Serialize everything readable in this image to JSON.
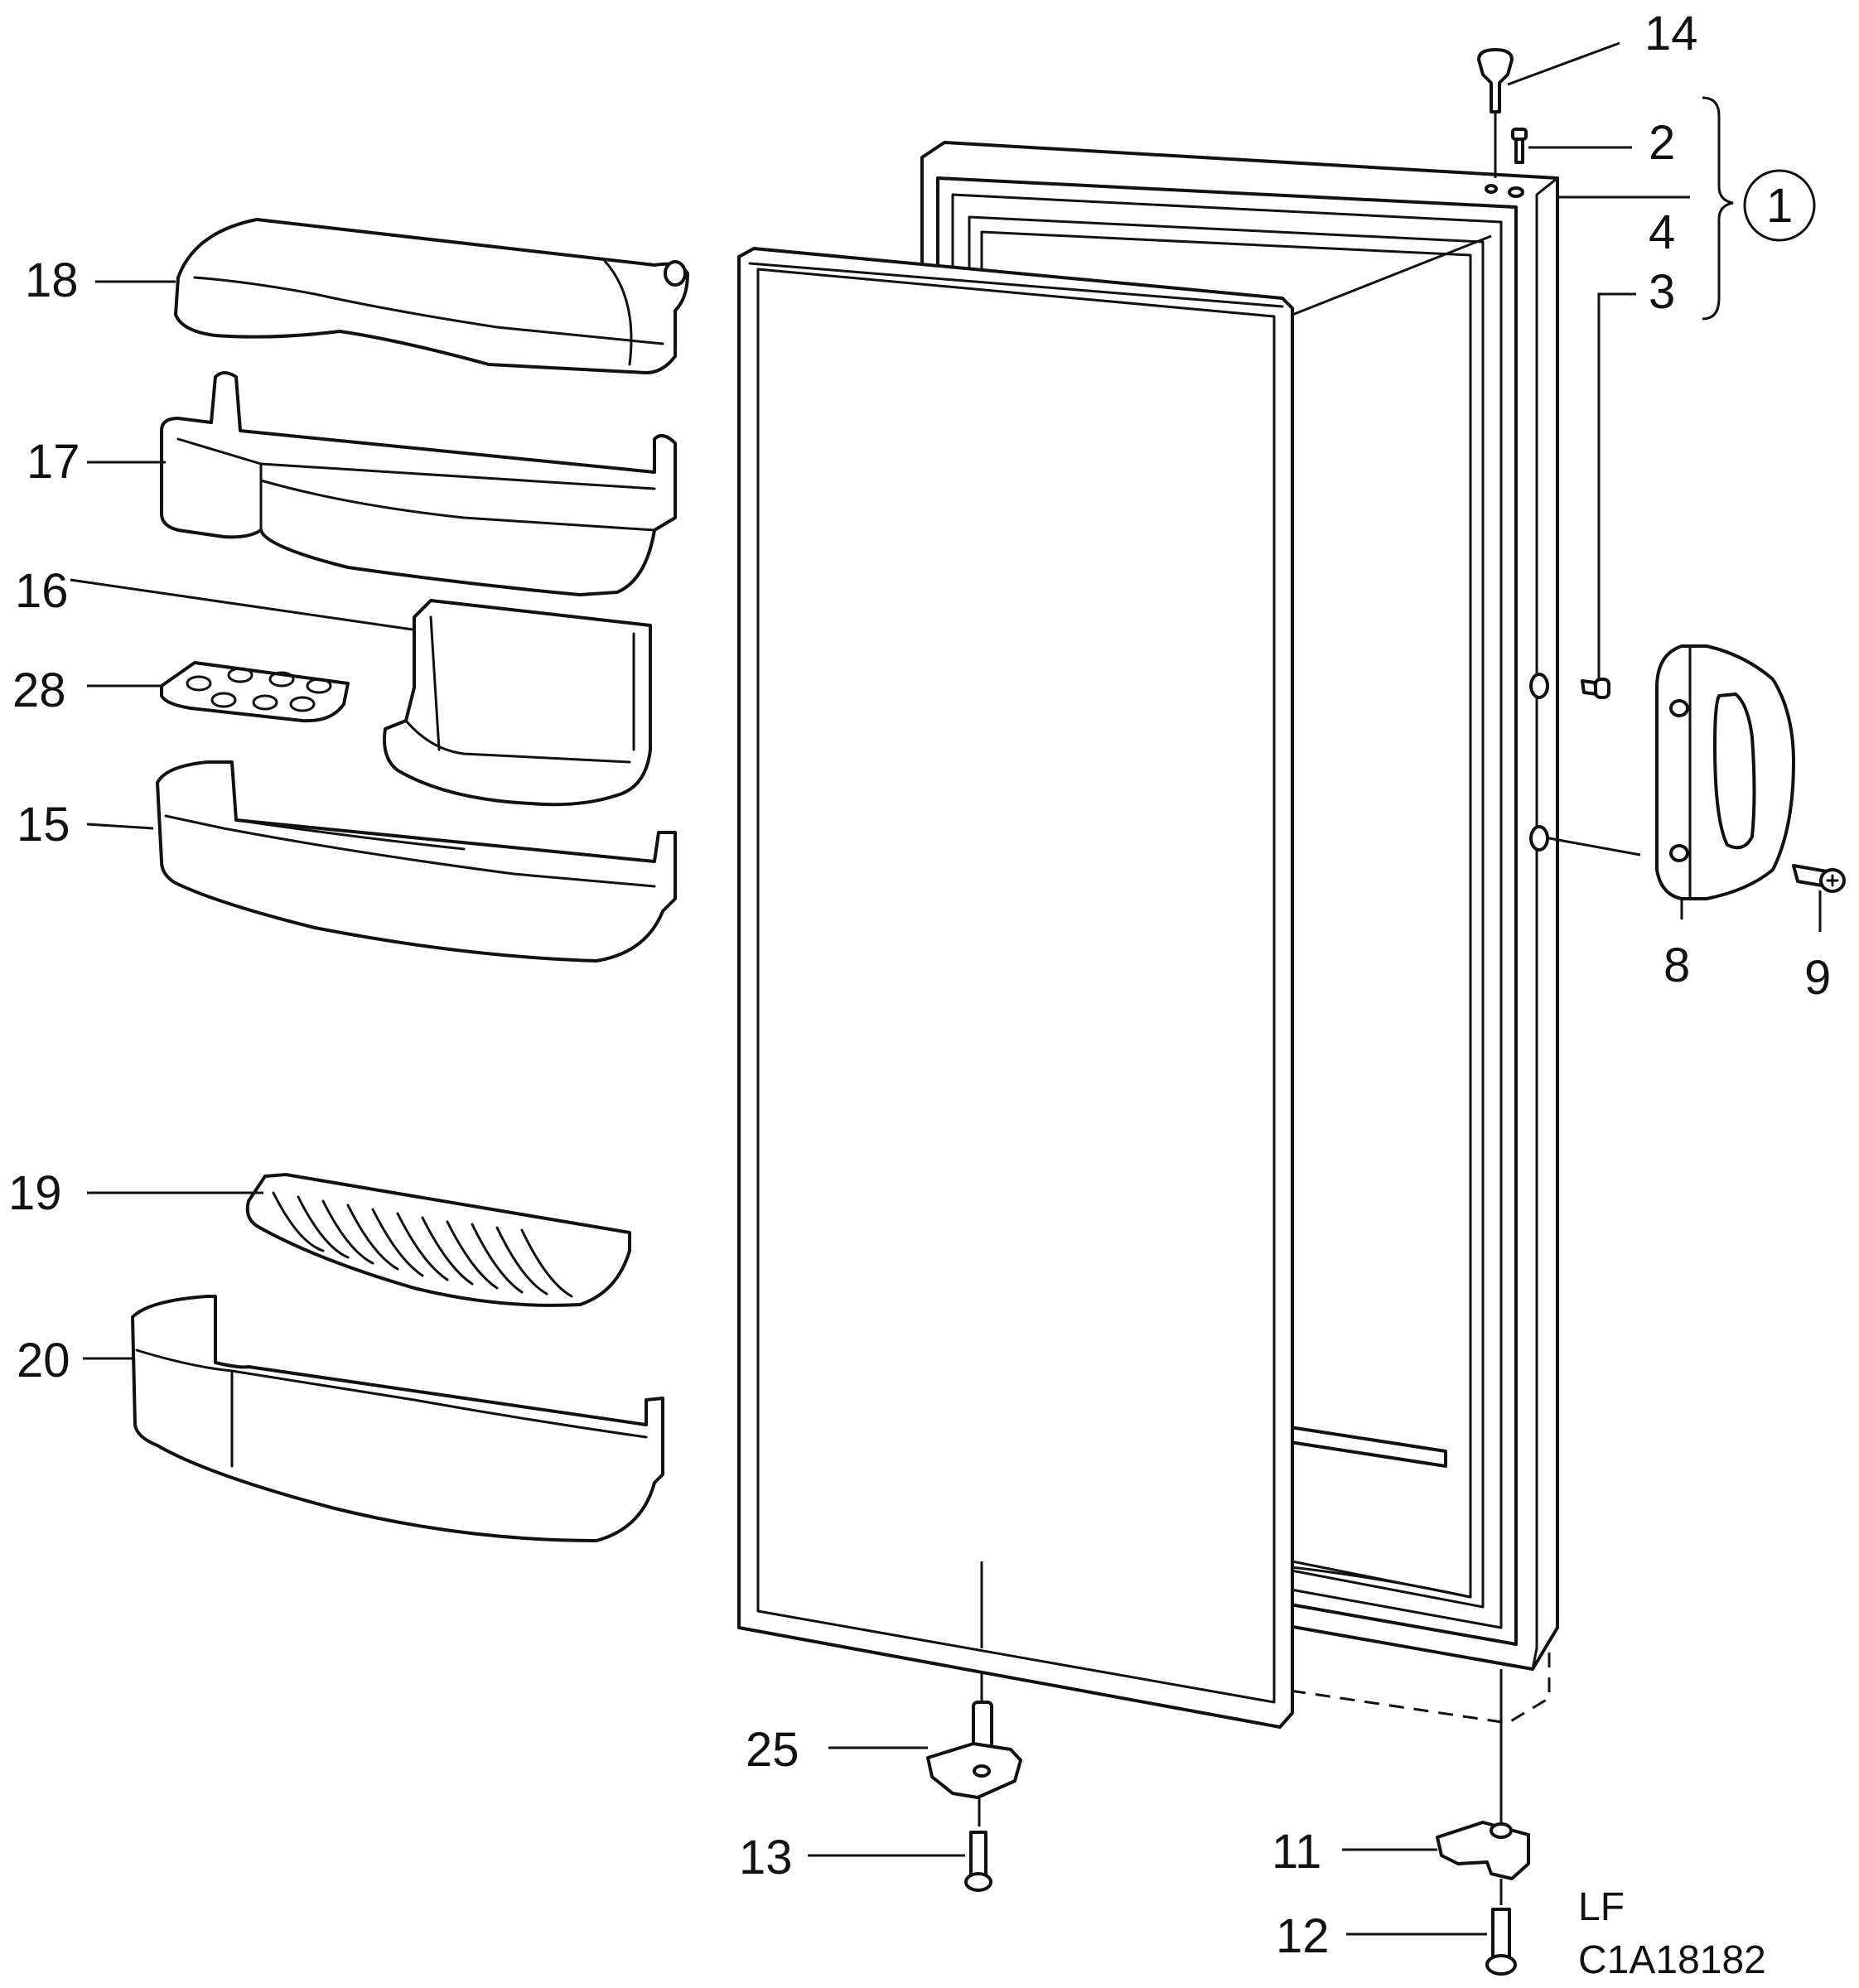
{
  "diagram": {
    "callouts": {
      "p1": "1",
      "p2": "2",
      "p3": "3",
      "p4": "4",
      "p8": "8",
      "p9": "9",
      "p11": "11",
      "p12": "12",
      "p13": "13",
      "p14": "14",
      "p15": "15",
      "p16": "16",
      "p17": "17",
      "p18": "18",
      "p19": "19",
      "p20": "20",
      "p25": "25",
      "p28": "28"
    },
    "code_line1": "LF",
    "code_line2": "C1A18182"
  }
}
